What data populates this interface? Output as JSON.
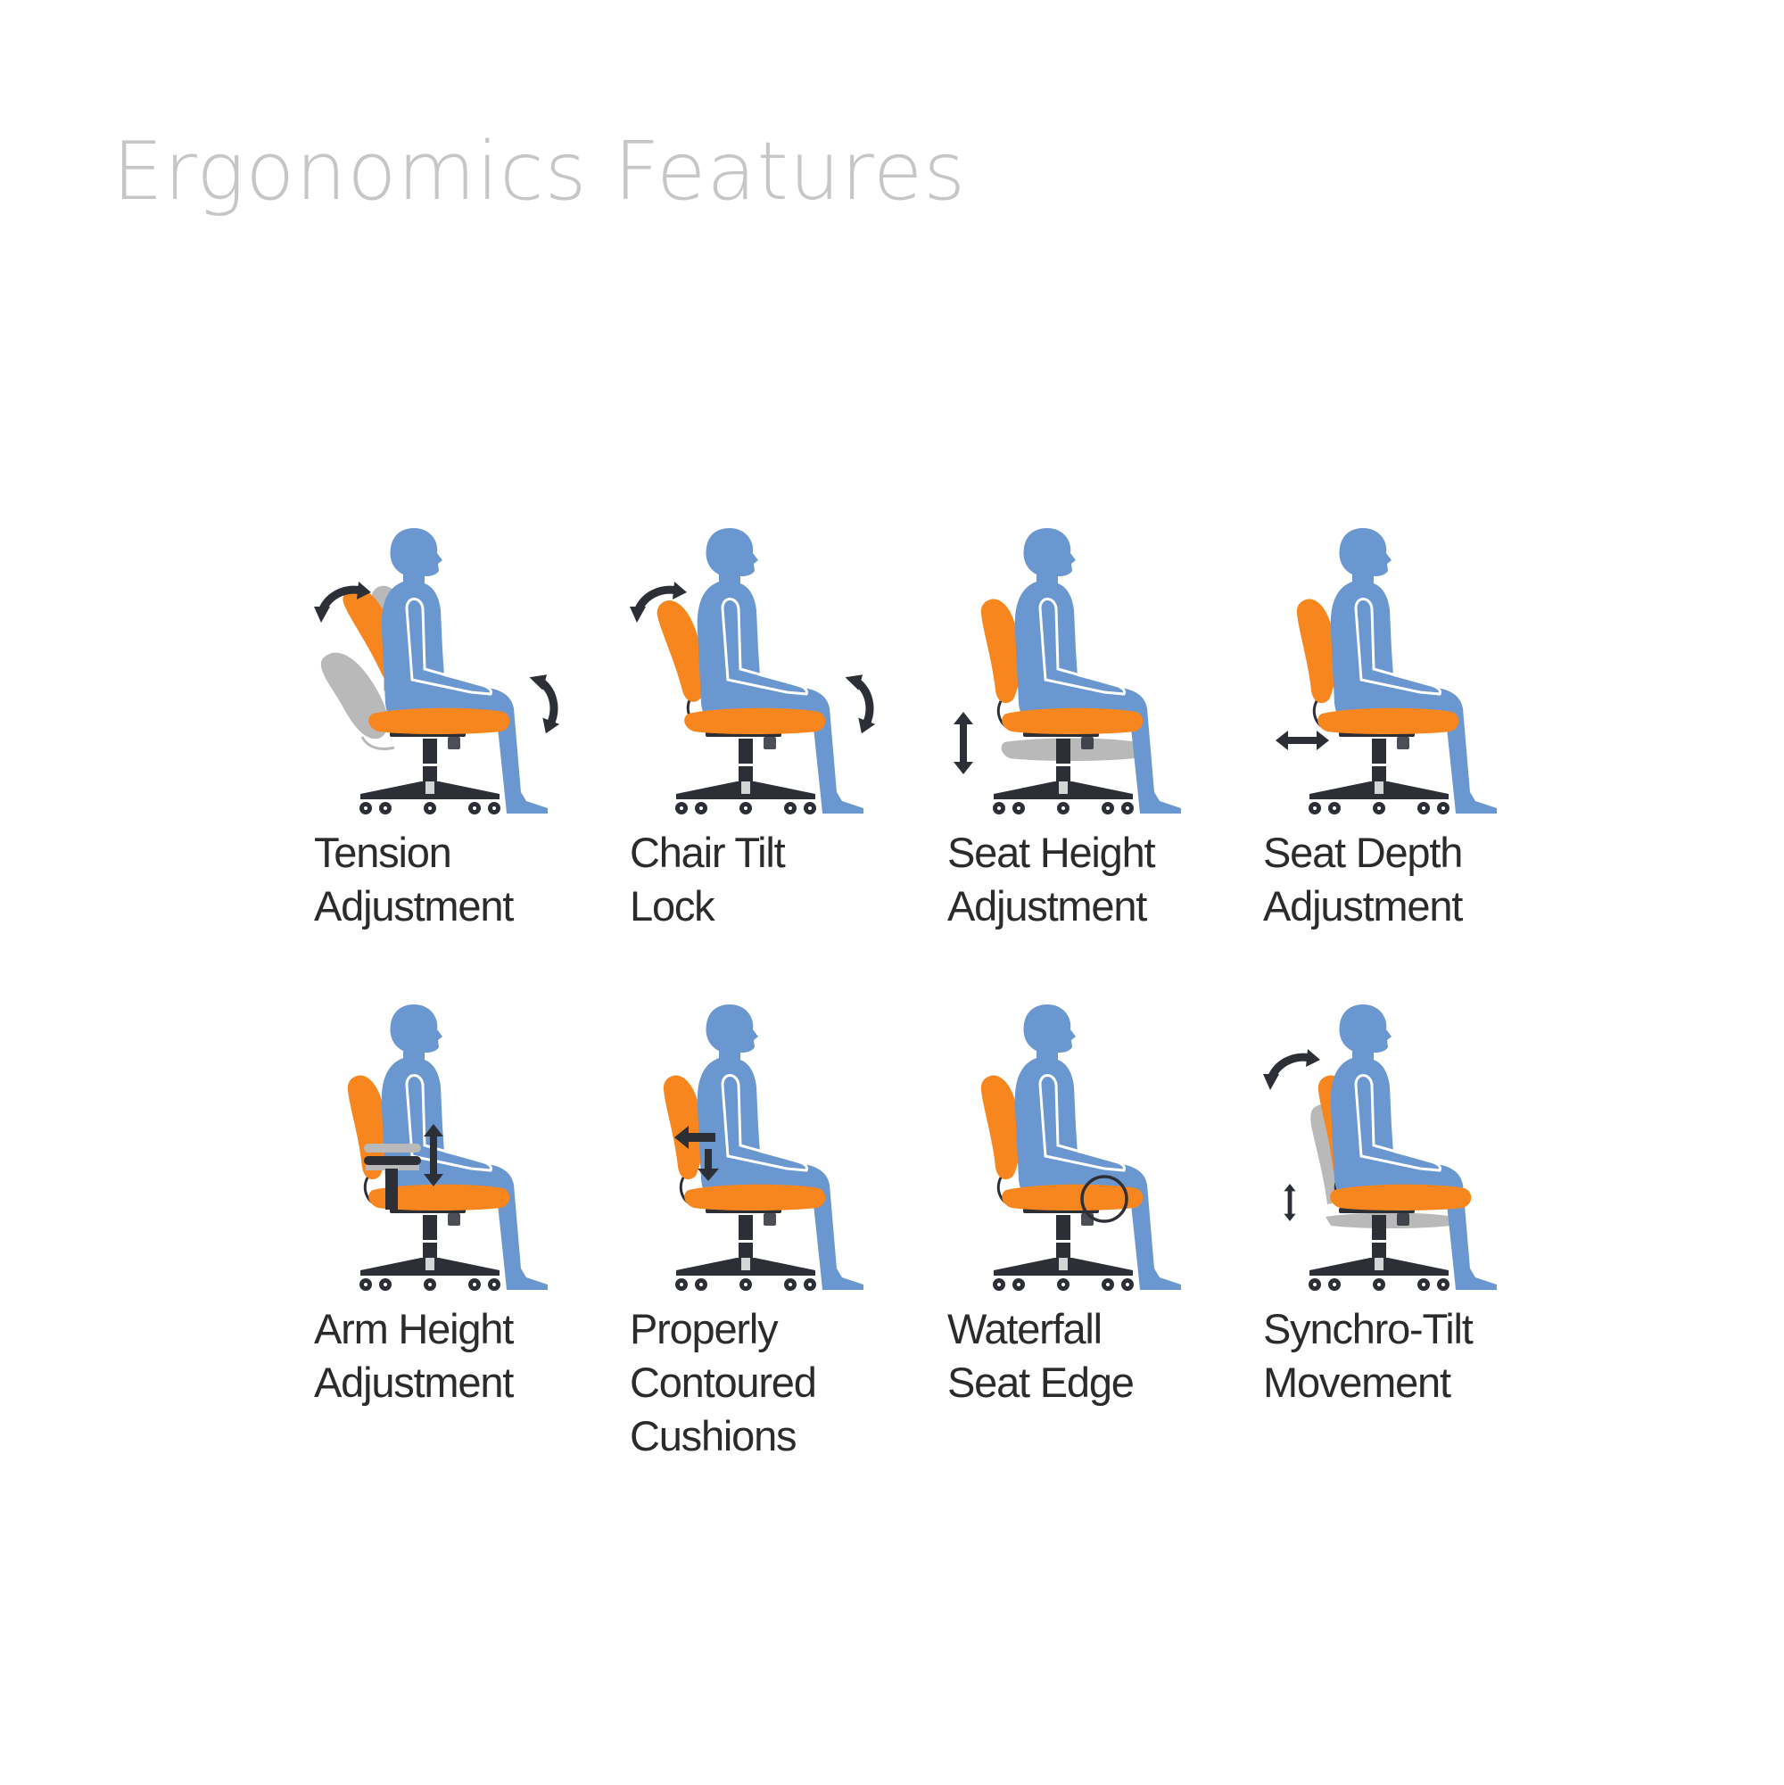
{
  "page": {
    "title": "Ergonomics Features"
  },
  "colors": {
    "body_blue": "#6b97d0",
    "seat_orange": "#f7861e",
    "ghost_gray": "#b9b9b9",
    "arrow_dark": "#2c2f36",
    "title_gray": "#c6c6c6",
    "label_text": "#2b2b2e"
  },
  "features": [
    {
      "id": "tension-adjustment",
      "lines": [
        "Tension",
        "Adjustment"
      ],
      "icon": "tension-adjustment-icon",
      "indicators": [
        "backrest-tilt-arrow",
        "knee-tilt-arrow",
        "ghost-backrests"
      ]
    },
    {
      "id": "chair-tilt-lock",
      "lines": [
        "Chair Tilt",
        "Lock"
      ],
      "icon": "chair-tilt-lock-icon",
      "indicators": [
        "backrest-tilt-arrow",
        "knee-tilt-arrow"
      ]
    },
    {
      "id": "seat-height-adjustment",
      "lines": [
        "Seat Height",
        "Adjustment"
      ],
      "icon": "seat-height-adjustment-icon",
      "indicators": [
        "vertical-arrow",
        "ghost-seat"
      ]
    },
    {
      "id": "seat-depth-adjustment",
      "lines": [
        "Seat Depth",
        "Adjustment"
      ],
      "icon": "seat-depth-adjustment-icon",
      "indicators": [
        "horizontal-arrow"
      ]
    },
    {
      "id": "arm-height-adjustment",
      "lines": [
        "Arm Height",
        "Adjustment"
      ],
      "icon": "arm-height-adjustment-icon",
      "indicators": [
        "armrest",
        "vertical-arrow"
      ]
    },
    {
      "id": "properly-contoured-cushions",
      "lines": [
        "Properly",
        "Contoured",
        "Cushions"
      ],
      "icon": "properly-contoured-cushions-icon",
      "indicators": [
        "left-arrow",
        "down-arrow"
      ]
    },
    {
      "id": "waterfall-seat-edge",
      "lines": [
        "Waterfall",
        "Seat Edge"
      ],
      "icon": "waterfall-seat-edge-icon",
      "indicators": [
        "highlight-circle"
      ]
    },
    {
      "id": "synchro-tilt-movement",
      "lines": [
        "Synchro-Tilt",
        "Movement"
      ],
      "icon": "synchro-tilt-movement-icon",
      "indicators": [
        "backrest-tilt-arrow",
        "small-vertical-arrow",
        "ghost-backrest"
      ]
    }
  ]
}
